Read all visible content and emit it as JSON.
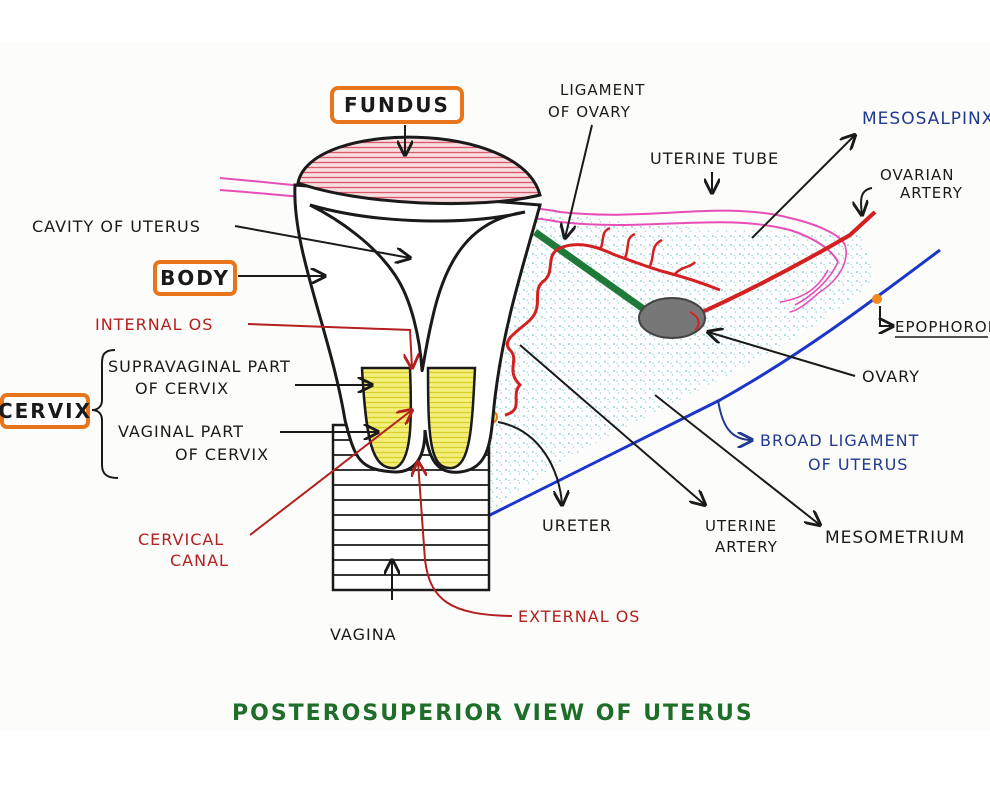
{
  "title": "POSTEROSUPERIOR VIEW OF UTERUS",
  "labels": {
    "fundus": "FUNDUS",
    "body": "BODY",
    "cervix": "CERVIX",
    "cavity": "CAVITY OF UTERUS",
    "internal_os": "INTERNAL OS",
    "supravaginal_1": "SUPRAVAGINAL PART",
    "supravaginal_2": "OF CERVIX",
    "vaginal_1": "VAGINAL PART",
    "vaginal_2": "OF CERVIX",
    "cervical_canal_1": "CERVICAL",
    "cervical_canal_2": "CANAL",
    "vagina": "VAGINA",
    "external_os": "EXTERNAL OS",
    "ligament_ovary_1": "LIGAMENT",
    "ligament_ovary_2": "OF OVARY",
    "uterine_tube": "UTERINE TUBE",
    "mesosalpinx": "MESOSALPINX",
    "ovarian_artery_1": "OVARIAN",
    "ovarian_artery_2": "ARTERY",
    "epophoron": "EPOPHORON",
    "ovary": "OVARY",
    "broad_ligament_1": "BROAD LIGAMENT",
    "broad_ligament_2": "OF UTERUS",
    "mesometrium": "MESOMETRIUM",
    "ureter": "URETER",
    "uterine_artery_1": "UTERINE",
    "uterine_artery_2": "ARTERY"
  },
  "colors": {
    "orange_box": "#e8751a",
    "fundus_fill": "#f3b9c1",
    "cervix_fill": "#eeea59",
    "ligament_teal": "#7fc7cf",
    "artery_red": "#d42020",
    "tube_pink": "#e74fb8",
    "ovary_grey": "#777777",
    "ligament_green": "#1f7a3a",
    "broad_blue": "#1c35c9"
  }
}
